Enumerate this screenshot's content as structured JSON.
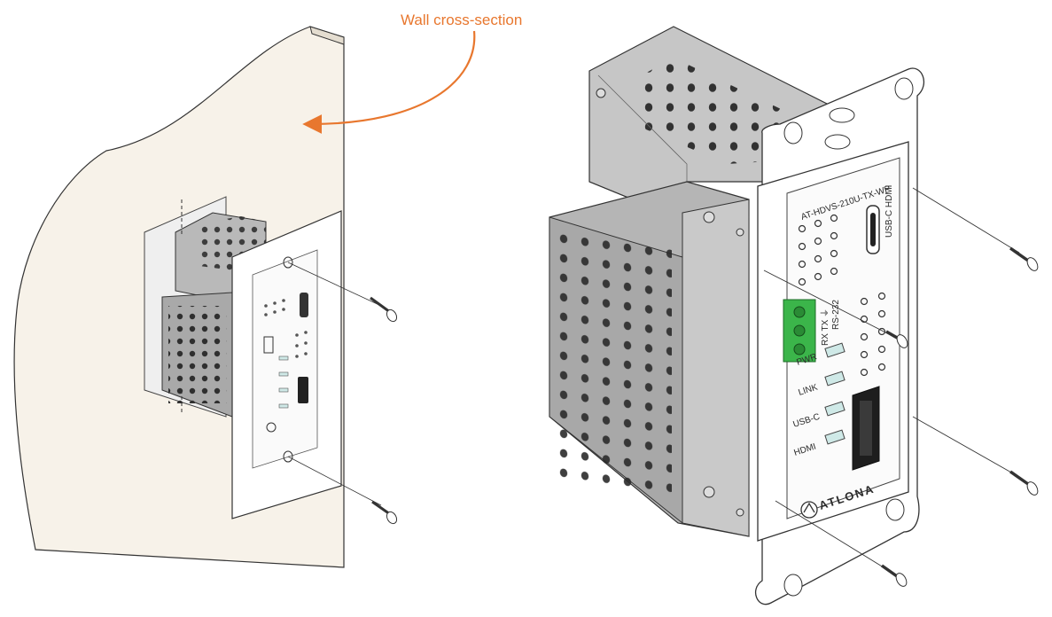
{
  "callout": {
    "label": "Wall cross-section",
    "color": "#e8772e"
  },
  "device": {
    "model": "AT-HDVS-210U-TX-WP",
    "port_usbc_hdmi": "USB-C HDMI",
    "port_rs232": "RS-232",
    "pin_labels": "RX TX ⏚",
    "led_pwr": "PWR",
    "led_link": "LINK",
    "led_usbc": "USB-C",
    "led_hdmi": "HDMI",
    "brand": "ATLONA"
  },
  "colors": {
    "wall": "#f7f2e9",
    "metal": "#b9b9b9",
    "metal_dark": "#9d9d9d",
    "plate": "#ffffff",
    "terminal": "#3bb54a",
    "led": "#cfe9e7"
  }
}
